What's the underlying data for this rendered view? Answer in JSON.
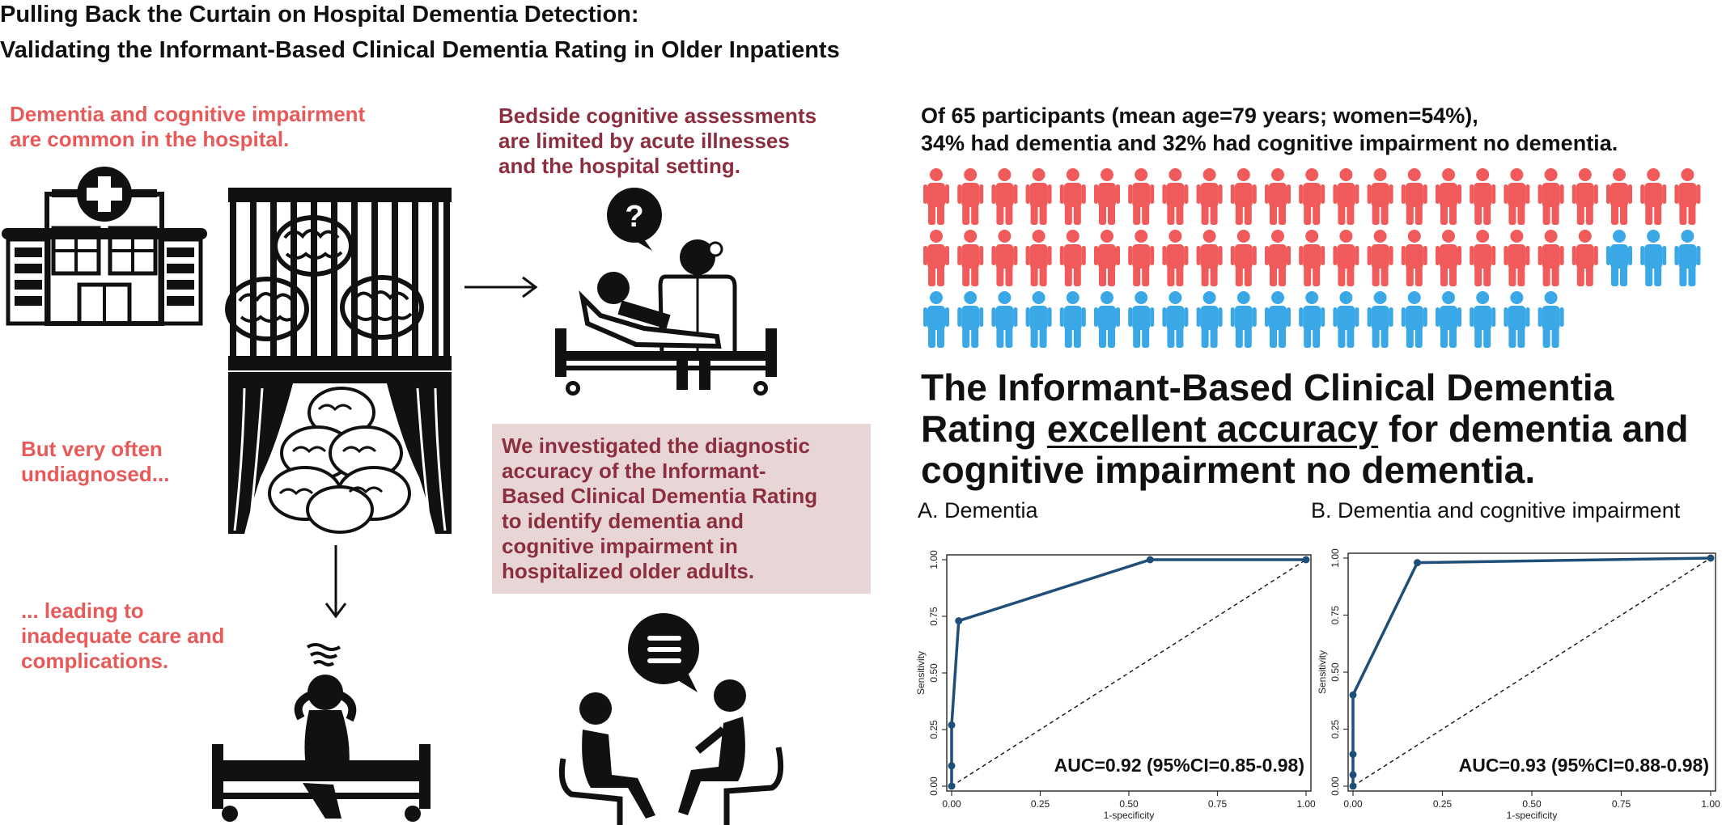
{
  "title": {
    "line1": "Pulling Back the Curtain on Hospital Dementia Detection:",
    "line2": "Validating the Informant-Based Clinical Dementia Rating in Older Inpatients"
  },
  "left": {
    "common_1": "Dementia and cognitive impairment",
    "common_2": "are common in the hospital.",
    "undiag_1": "But very often",
    "undiag_2": "undiagnosed...",
    "leading_1": "... leading to",
    "leading_2": "inadequate care and",
    "leading_3": "complications."
  },
  "middle": {
    "bedside_1": "Bedside cognitive assessments",
    "bedside_2": "are limited by acute illnesses",
    "bedside_3": "and the hospital setting.",
    "question_mark": "?",
    "study_1": "We investigated the diagnostic",
    "study_2": "accuracy of the Informant-",
    "study_3": "Based Clinical Dementia Rating",
    "study_4": "to identify dementia and",
    "study_5": "cognitive impairment in",
    "study_6": "hospitalized older adults."
  },
  "participants": {
    "line1": "Of 65 participants (mean age=79 years; women=54%),",
    "line2": "34% had dementia and 32% had cognitive impairment no dementia.",
    "total": 65,
    "red_count": 43,
    "blue_count": 22,
    "red_color": "#f05a5a",
    "blue_color": "#3aa8e6"
  },
  "headline": {
    "line1": "The Informant-Based Clinical Dementia",
    "line2_pre": "Rating ",
    "line2_underlined": "excellent accuracy",
    "line2_post": " for dementia and",
    "line3": "cognitive impairment no dementia."
  },
  "chart_data": [
    {
      "type": "line",
      "title": "A. Dementia",
      "xlabel": "1-specificity",
      "ylabel": "Sensitivity",
      "xlim": [
        0,
        1
      ],
      "ylim": [
        0,
        1
      ],
      "xticks": [
        "0.00",
        "0.25",
        "0.50",
        "0.75",
        "1.00"
      ],
      "yticks": [
        "0.00",
        "0.25",
        "0.50",
        "0.75",
        "1.00"
      ],
      "series": [
        {
          "x": [
            0,
            0,
            0,
            0.02,
            0.56,
            1.0
          ],
          "y": [
            0,
            0.09,
            0.27,
            0.73,
            1.0,
            1.0
          ]
        }
      ],
      "reference_line": "diagonal",
      "annotation": "AUC=0.92 (95%CI=0.85-0.98)",
      "line_color": "#1f4e79"
    },
    {
      "type": "line",
      "title": "B. Dementia and cognitive impairment",
      "xlabel": "1-specificity",
      "ylabel": "Sensitivity",
      "xlim": [
        0,
        1
      ],
      "ylim": [
        0,
        1
      ],
      "xticks": [
        "0.00",
        "0.25",
        "0.50",
        "0.75",
        "1.00"
      ],
      "yticks": [
        "0.00",
        "0.25",
        "0.50",
        "0.75",
        "1.00"
      ],
      "series": [
        {
          "x": [
            0,
            0,
            0,
            0,
            0.18,
            1.0
          ],
          "y": [
            0,
            0.05,
            0.14,
            0.4,
            0.98,
            1.0
          ]
        }
      ],
      "reference_line": "diagonal",
      "annotation": "AUC=0.93 (95%CI=0.88-0.98)",
      "line_color": "#1f4e79"
    }
  ]
}
